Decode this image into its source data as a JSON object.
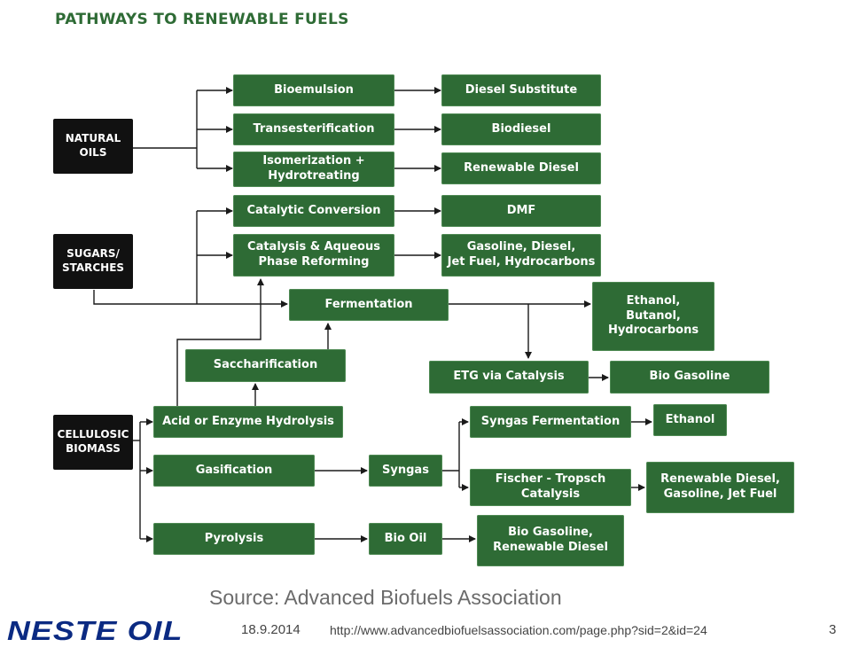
{
  "title": "PATHWAYS TO RENEWABLE FUELS",
  "feedstocks": {
    "natural_oils": "NATURAL\nOILS",
    "sugars_starches": "SUGARS/\nSTARCHES",
    "cellulosic_biomass": "CELLULOSIC\nBIOMASS"
  },
  "processes": {
    "bioemulsion": "Bioemulsion",
    "transesterification": "Transesterification",
    "isomerization": "Isomerization +\nHydrotreating",
    "catalytic_conversion": "Catalytic Conversion",
    "catalysis_aqueous": "Catalysis & Aqueous\nPhase Reforming",
    "fermentation": "Fermentation",
    "saccharification": "Saccharification",
    "acid_enzyme": "Acid or Enzyme Hydrolysis",
    "etg_catalysis": "ETG via Catalysis",
    "gasification": "Gasification",
    "syngas": "Syngas",
    "syngas_fermentation": "Syngas Fermentation",
    "fischer_tropsch": "Fischer - Tropsch\nCatalysis",
    "pyrolysis": "Pyrolysis",
    "bio_oil": "Bio Oil"
  },
  "products": {
    "diesel_substitute": "Diesel Substitute",
    "biodiesel": "Biodiesel",
    "renewable_diesel": "Renewable Diesel",
    "dmf": "DMF",
    "gasoline_diesel_jet": "Gasoline, Diesel,\nJet Fuel, Hydrocarbons",
    "ethanol_butanol": "Ethanol,\nButanol,\nHydrocarbons",
    "bio_gasoline": "Bio Gasoline",
    "ethanol": "Ethanol",
    "renewable_diesel_gas_jet": "Renewable Diesel,\nGasoline, Jet Fuel",
    "bio_gasoline_renewable_diesel": "Bio Gasoline,\nRenewable Diesel"
  },
  "source": "Source: Advanced Biofuels Association",
  "footer": {
    "logo": "NESTE OIL",
    "date": "18.9.2014",
    "url": "http://www.advancedbiofuelsassociation.com/page.php?sid=2&id=24",
    "page_number": "3"
  },
  "colors": {
    "box_green": "#2e6b35",
    "box_black": "#111111",
    "title": "#2e6b35",
    "logo": "#0b2a82"
  }
}
